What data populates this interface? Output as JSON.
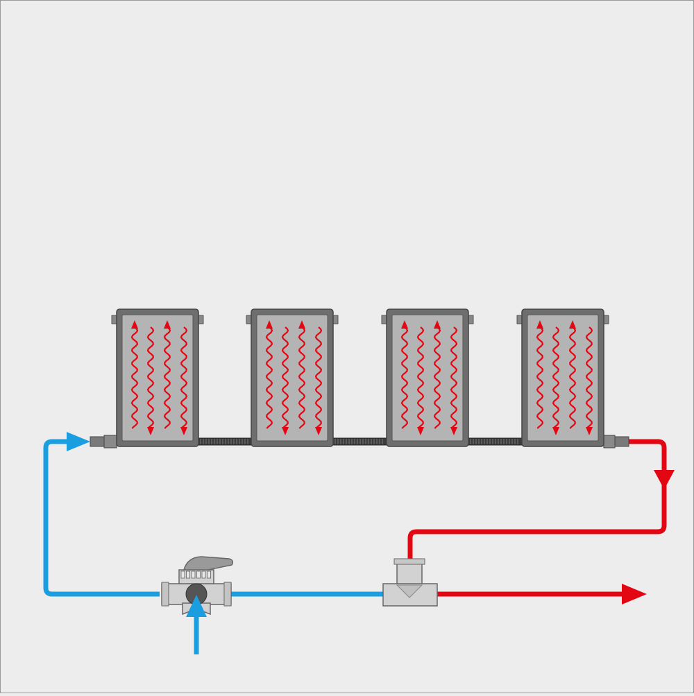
{
  "diagram": {
    "background": "#ededed",
    "colors": {
      "cold_pipe": "#1a9ee0",
      "hot_pipe": "#e30613",
      "radiator_body": "#b4b4b4",
      "radiator_frame": "#6e6e6e",
      "flow_arrow": "#e30613",
      "fitting_light": "#d2d2d2",
      "fitting_dark": "#555555",
      "connector": "#3c3c3c"
    },
    "radiators": [
      {
        "name": "radiator-1",
        "flow_lines": [
          "up",
          "down",
          "up",
          "down"
        ]
      },
      {
        "name": "radiator-2",
        "flow_lines": [
          "up",
          "down",
          "up",
          "down"
        ]
      },
      {
        "name": "radiator-3",
        "flow_lines": [
          "up",
          "down",
          "up",
          "down"
        ]
      },
      {
        "name": "radiator-4",
        "flow_lines": [
          "up",
          "down",
          "up",
          "down"
        ]
      }
    ],
    "components": [
      {
        "name": "three-way-mixing-valve",
        "icon": "three-way-valve-icon"
      },
      {
        "name": "tee-fitting",
        "icon": "tee-fitting-icon"
      }
    ],
    "flows": [
      {
        "name": "cold-supply-inlet",
        "color_key": "cold_pipe",
        "direction": "up"
      },
      {
        "name": "cold-supply-to-radiators",
        "color_key": "cold_pipe",
        "direction": "right"
      },
      {
        "name": "hot-return-from-radiators",
        "color_key": "hot_pipe",
        "direction": "down"
      },
      {
        "name": "hot-outlet",
        "color_key": "hot_pipe",
        "direction": "right"
      }
    ]
  }
}
